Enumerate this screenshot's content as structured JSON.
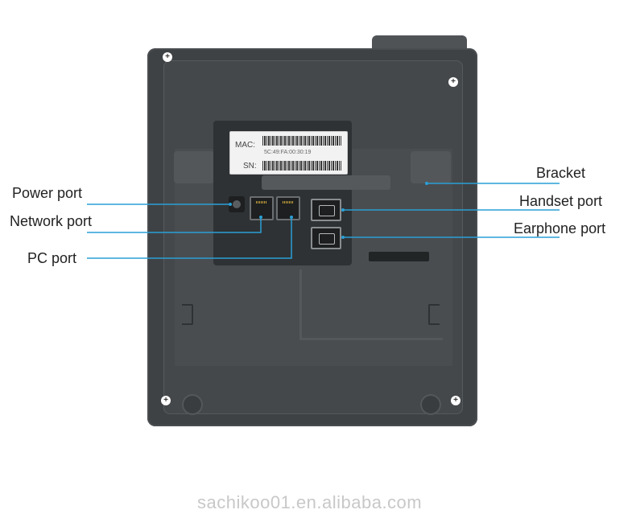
{
  "sticker": {
    "mac_label": "MAC:",
    "mac_value": "5C:49:FA:00:30:19",
    "sn_label": "SN:"
  },
  "callouts": {
    "power_port": "Power port",
    "network_port": "Network port",
    "pc_port": "PC port",
    "bracket": "Bracket",
    "handset_port": "Handset port",
    "earphone_port": "Earphone port"
  },
  "watermark": "sachikoo01.en.alibaba.com",
  "colors": {
    "leader_line": "#2a9fd6",
    "phone_body": "#3f4244",
    "label_text": "#222222"
  }
}
